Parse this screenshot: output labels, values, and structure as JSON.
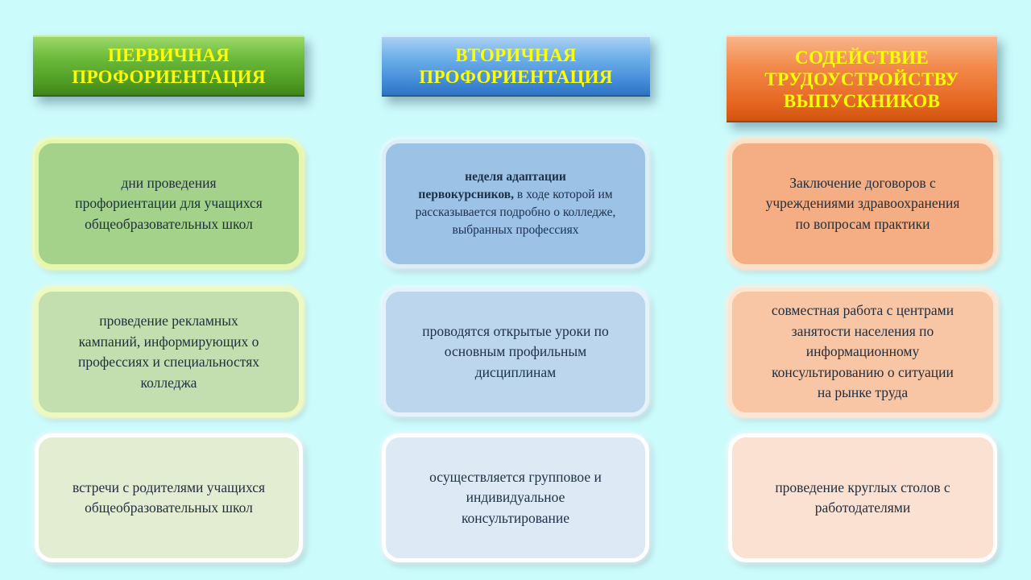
{
  "columns": [
    {
      "header": [
        "ПЕРВИЧНАЯ",
        "ПРОФОРИЕНТАЦИЯ"
      ],
      "color": "#5aa82c",
      "items": [
        {
          "lines": [
            "дни проведения",
            "профориентации  для учащихся",
            "общеобразовательных  школ"
          ]
        },
        {
          "lines": [
            "проведение  рекламных",
            "кампаний,  информирующих  о",
            "профессиях  и специальностях",
            "колледжа"
          ]
        },
        {
          "lines": [
            "встречи с родителями учащихся",
            "общеобразовательных  школ"
          ]
        }
      ]
    },
    {
      "header": [
        "ВТОРИЧНАЯ",
        "ПРОФОРИЕНТАЦИЯ"
      ],
      "color": "#4a90dc",
      "items": [
        {
          "bold_lines": [
            "неделя адаптации",
            "первокурсников,"
          ],
          "line2_rest": " в ходе которой им",
          "lines": [
            "рассказывается подробно о колледже,",
            "выбранных профессиях"
          ]
        },
        {
          "lines": [
            "проводятся  открытые уроки  по",
            "основным  профильным",
            "дисциплинам"
          ]
        },
        {
          "lines": [
            "осуществляется  групповое  и",
            "индивидуальное",
            "консультирование"
          ]
        }
      ]
    },
    {
      "header": [
        "СОДЕЙСТВИЕ",
        "ТРУДОУСТРОЙСТВУ",
        "ВЫПУСКНИКОВ"
      ],
      "color": "#e86c25",
      "items": [
        {
          "lines": [
            "Заключение  договоров с",
            "учреждениями  здравоохранения",
            "по вопросам  практики"
          ]
        },
        {
          "lines": [
            "совместная работа с центрами",
            "занятости населения  по",
            "информационному",
            "консультированию  о ситуации",
            "на рынке  труда"
          ]
        },
        {
          "lines": [
            "проведение  круглых  столов с",
            "работодателями"
          ]
        }
      ]
    }
  ]
}
